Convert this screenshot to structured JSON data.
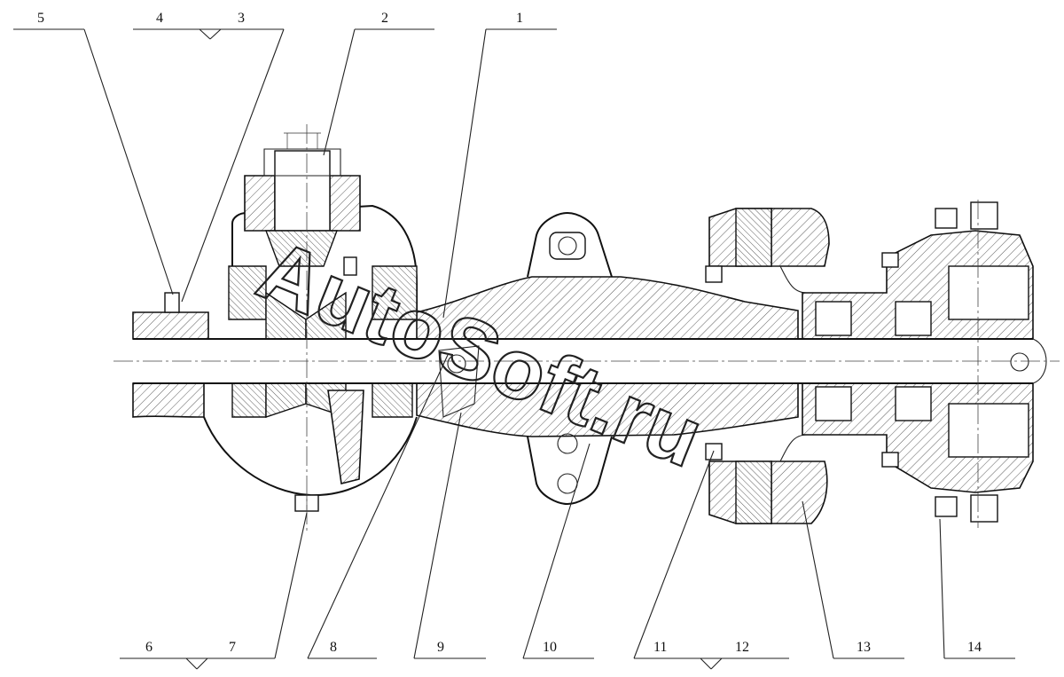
{
  "watermark": "AutoSoft.ru",
  "top_labels": [
    "5",
    "4",
    "3",
    "2",
    "1"
  ],
  "bottom_labels": [
    "6",
    "7",
    "8",
    "9",
    "10",
    "11",
    "12",
    "13",
    "14"
  ]
}
